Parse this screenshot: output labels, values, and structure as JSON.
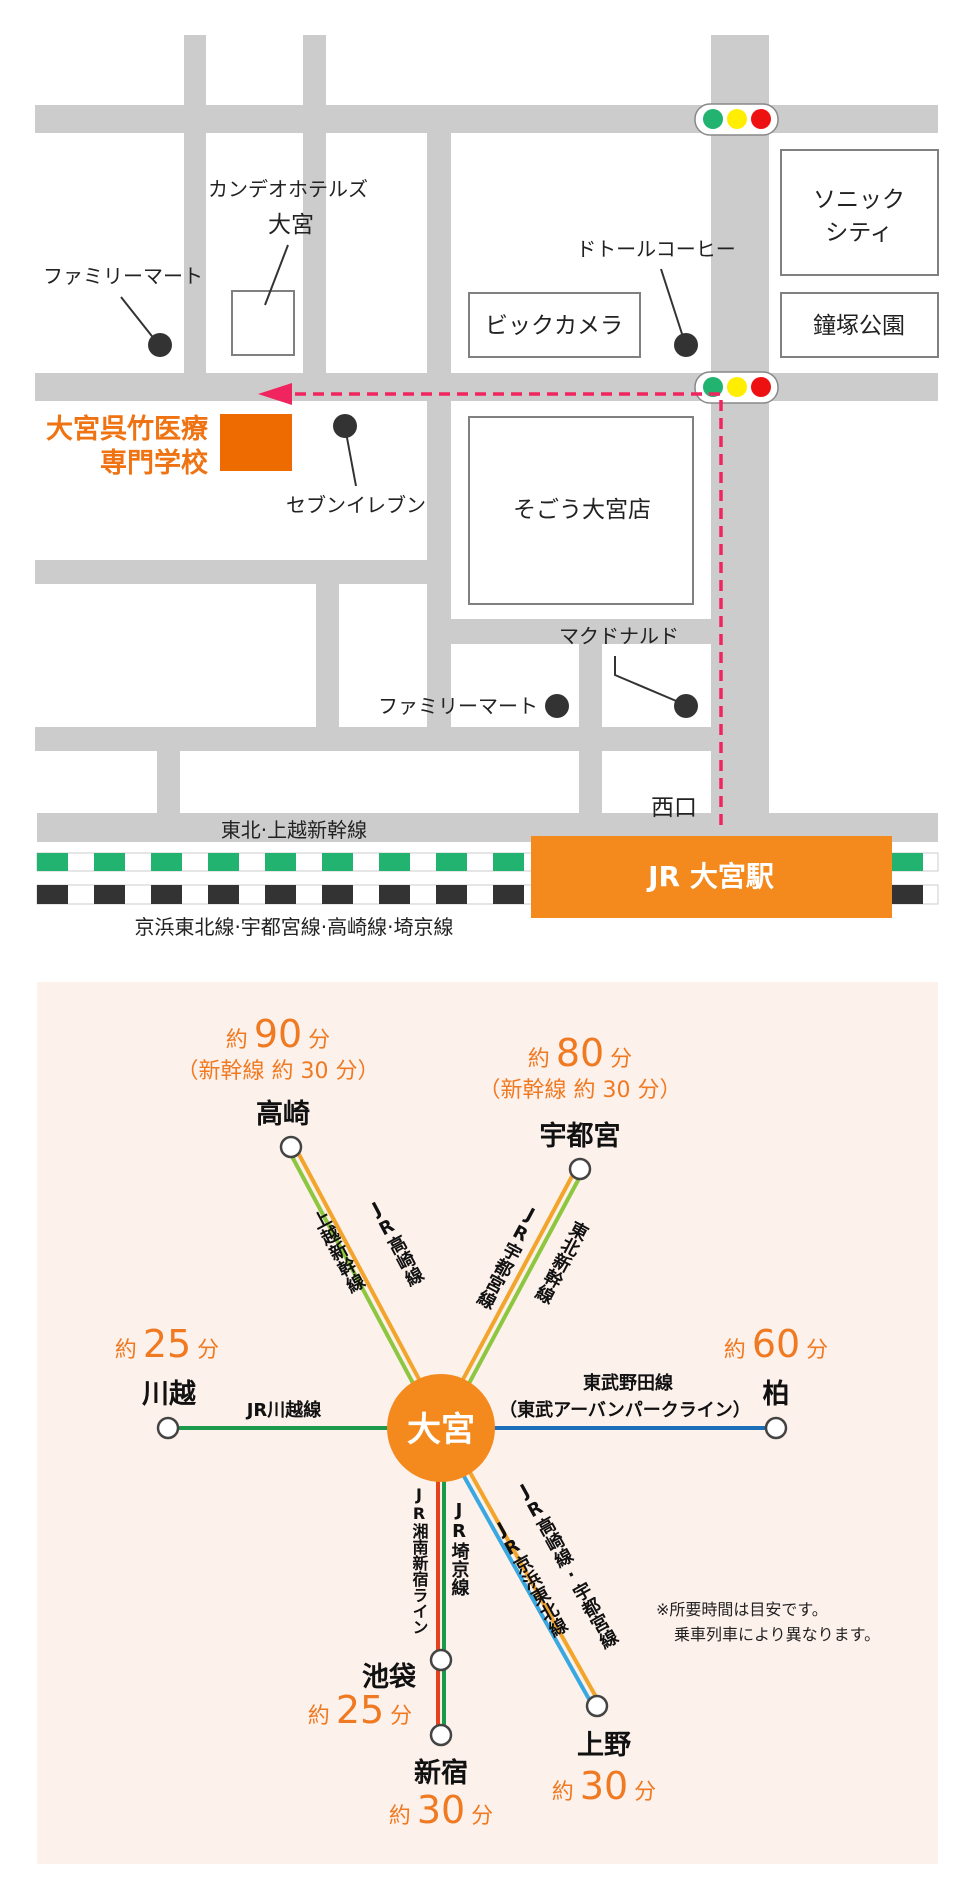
{
  "map": {
    "landmarks": {
      "hotel": [
        "カンデオホテルズ",
        "大宮"
      ],
      "familymart_nw": "ファミリーマート",
      "doutor": "ドトールコーヒー",
      "sonic_city": [
        "ソニック",
        "シティ"
      ],
      "park": "鐘塚公園",
      "bic_camera": "ビックカメラ",
      "school": [
        "大宮呉竹医療",
        "専門学校"
      ],
      "seven_eleven": "セブンイレブン",
      "sogo": "そごう大宮店",
      "mcdonalds": "マクドナルド",
      "familymart_s": "ファミリーマート",
      "west_exit": "西口"
    },
    "station": "JR 大宮駅",
    "rail_upper": "東北·上越新幹線",
    "rail_lower": "京浜東北線·宇都宮線·高崎線·埼京線",
    "colors": {
      "route": "#f0245e",
      "school": "#ed6b00",
      "station": "#f48a1e",
      "shinkansen": "#21b36f",
      "conventional": "#333333"
    }
  },
  "diagram": {
    "center": "大宮",
    "takasaki": {
      "name": "高崎",
      "prefix": "約",
      "minutes": "90",
      "unit": "分",
      "sub": "（新幹線 約 30 分）"
    },
    "utsunomiya": {
      "name": "宇都宮",
      "prefix": "約",
      "minutes": "80",
      "unit": "分",
      "sub": "（新幹線 約 30 分）"
    },
    "kawagoe": {
      "name": "川越",
      "prefix": "約",
      "minutes": "25",
      "unit": "分"
    },
    "kashiwa": {
      "name": "柏",
      "prefix": "約",
      "minutes": "60",
      "unit": "分"
    },
    "ikebukuro": {
      "name": "池袋",
      "prefix": "約",
      "minutes": "25",
      "unit": "分"
    },
    "shinjuku": {
      "name": "新宿",
      "prefix": "約",
      "minutes": "30",
      "unit": "分"
    },
    "ueno": {
      "name": "上野",
      "prefix": "約",
      "minutes": "30",
      "unit": "分"
    },
    "lines": {
      "jr_takasaki": "JR高崎線",
      "joetsu_shinkansen": "上越新幹線",
      "jr_utsunomiya": "JR宇都宮線",
      "tohoku_shinkansen": "東北新幹線",
      "jr_kawagoe": "JR川越線",
      "tobu_noda": "東武野田線",
      "tobu_urban": "（東武アーバンパークライン）",
      "shonan_shinjuku": "JR湘南新宿ライン",
      "saikyo": "JR埼京線",
      "takasaki_utsunomiya": "JR高崎線·宇都宮線",
      "keihin_tohoku": "JR京浜東北線"
    },
    "note": [
      "※所要時間は目安です。",
      "乗車列車により異なります。"
    ]
  }
}
